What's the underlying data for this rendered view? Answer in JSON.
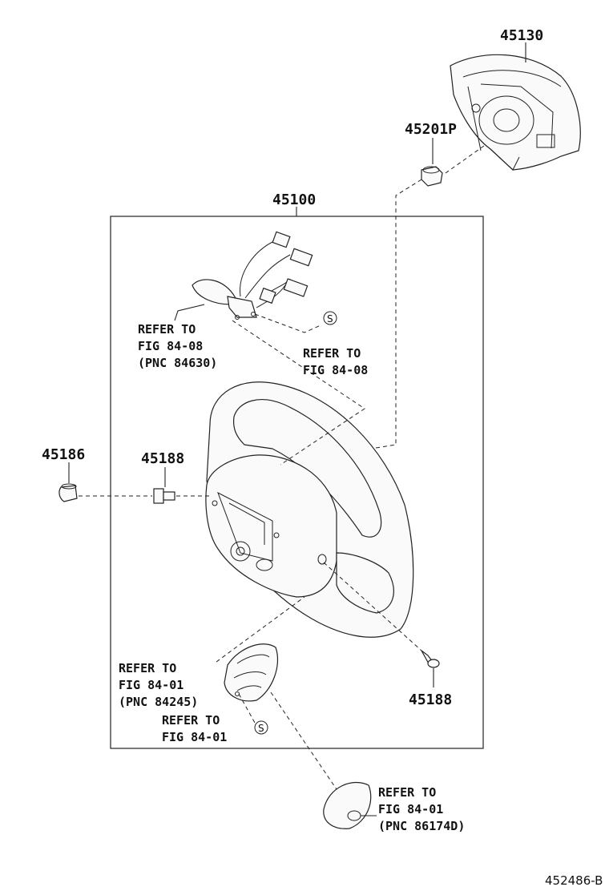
{
  "parts": {
    "airbag": "45130",
    "nut": "45201P",
    "wheel_assy": "45100",
    "cap": "45186",
    "bolt_left": "45188",
    "screw_right": "45188"
  },
  "references": {
    "switch_top_left": [
      "REFER TO",
      "FIG 84-08",
      "(PNC 84630)"
    ],
    "switch_top_right": [
      "REFER TO",
      "FIG 84-08"
    ],
    "switch_bottom_left": [
      "REFER TO",
      "FIG 84-01",
      "(PNC 84245)"
    ],
    "switch_bottom_mid": [
      "REFER TO",
      "FIG 84-01"
    ],
    "cover_bottom": [
      "REFER TO",
      "FIG 84-01",
      "(PNC 86174D)"
    ]
  },
  "screw_symbol": "S",
  "diagram_code": "452486-B"
}
